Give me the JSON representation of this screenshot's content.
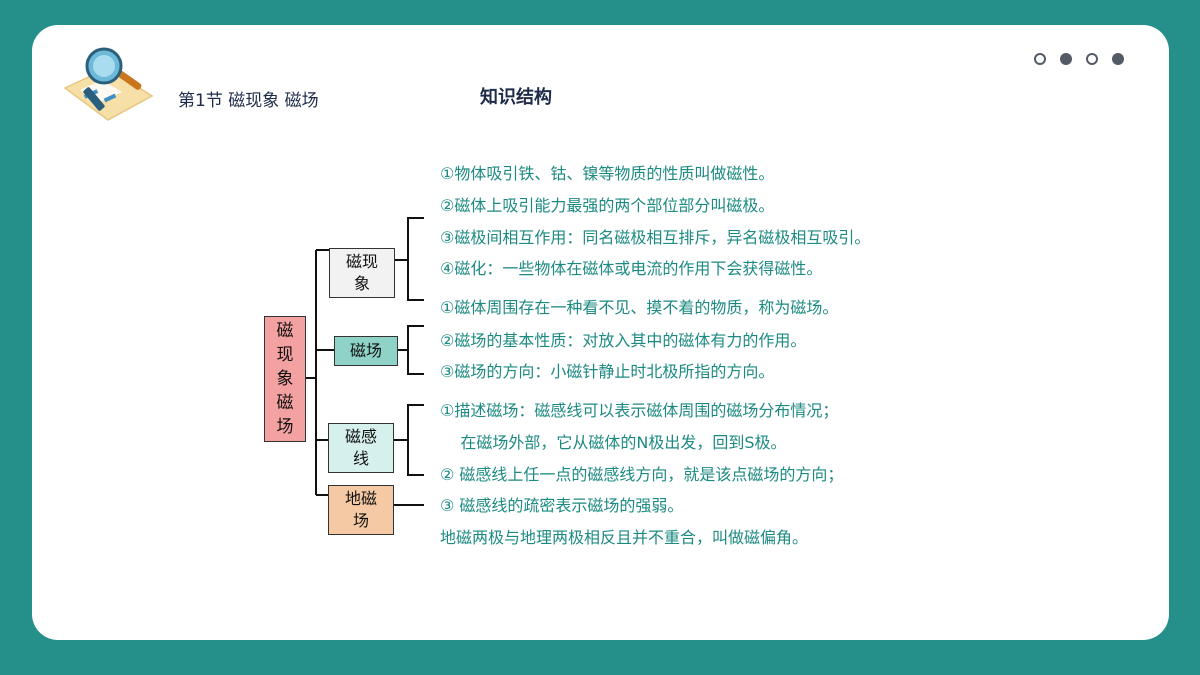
{
  "header": {
    "section_title": "第1节  磁现象 磁场",
    "main_title": "知识结构"
  },
  "icons": {
    "logo": "magnifier-document-icon"
  },
  "colors": {
    "background": "#25908a",
    "card": "#ffffff",
    "text_teal": "#1d8a82",
    "title_dark": "#1e2c4a",
    "root_fill": "#f4a1a1",
    "n1_fill": "#f2f2f2",
    "n2_fill": "#8fd3c8",
    "n3_fill": "#d6f0ed",
    "n4_fill": "#f6c9a5"
  },
  "pagination": {
    "dots": [
      "hollow",
      "filled",
      "hollow",
      "filled"
    ]
  },
  "diagram": {
    "root": "磁现象 磁场",
    "branches": [
      {
        "label": "磁现象",
        "items": [
          "①物体吸引铁、钴、镍等物质的性质叫做磁性。",
          "②磁体上吸引能力最强的两个部位部分叫磁极。",
          "③磁极间相互作用：同名磁极相互排斥，异名磁极相互吸引。",
          "④磁化：一些物体在磁体或电流的作用下会获得磁性。"
        ]
      },
      {
        "label": "磁场",
        "items": [
          "①磁体周围存在一种看不见、摸不着的物质，称为磁场。",
          "②磁场的基本性质：对放入其中的磁体有力的作用。",
          "③磁场的方向：小磁针静止时北极所指的方向。"
        ]
      },
      {
        "label": "磁感线",
        "items": [
          "①描述磁场：磁感线可以表示磁体周围的磁场分布情况；",
          "    在磁场外部，它从磁体的N极出发，回到S极。",
          "② 磁感线上任一点的磁感线方向，就是该点磁场的方向；",
          "③ 磁感线的疏密表示磁场的强弱。"
        ]
      },
      {
        "label": "地磁场",
        "items": [
          "地磁两极与地理两极相反且并不重合，叫做磁偏角。"
        ]
      }
    ]
  }
}
